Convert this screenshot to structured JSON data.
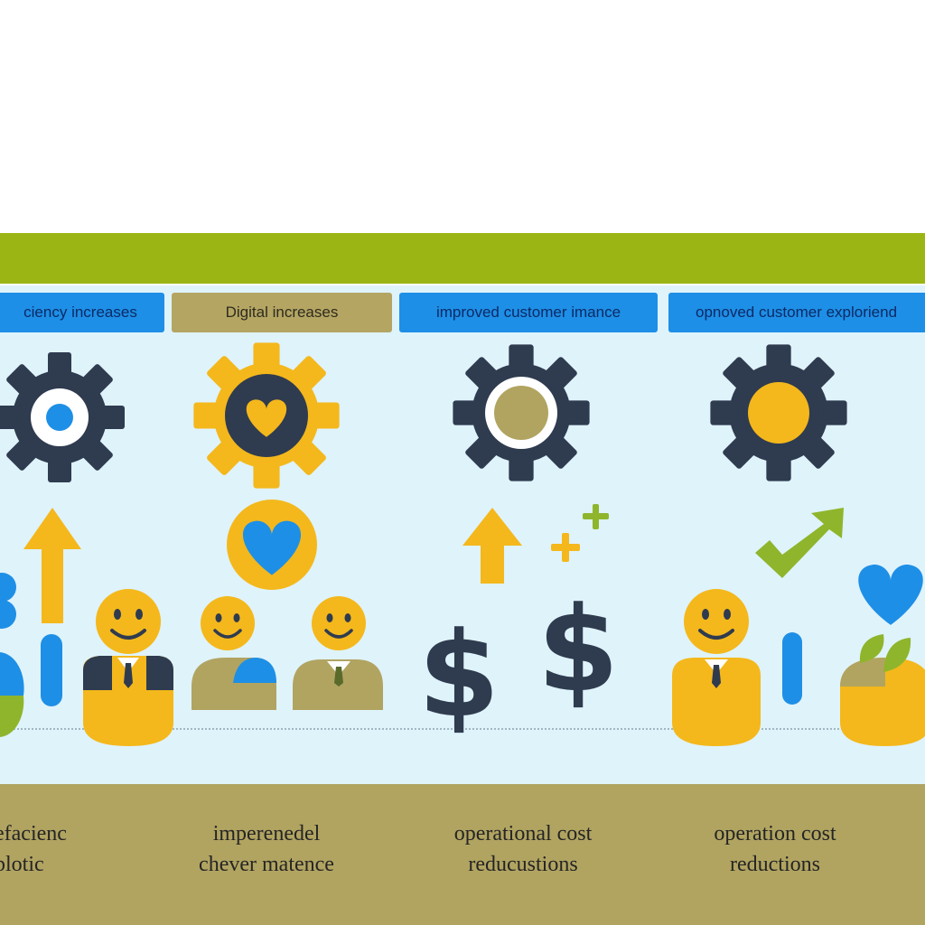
{
  "header_labels": [
    {
      "text": "ciency increases",
      "style": "blue"
    },
    {
      "text": "Digital increases",
      "style": "olive"
    },
    {
      "text": "improved customer imance",
      "style": "blue"
    },
    {
      "text": "opnoved customer exploriend",
      "style": "blue"
    }
  ],
  "footer_labels": [
    {
      "line1": "efacienc",
      "line2": "plotic"
    },
    {
      "line1": "imperenedel",
      "line2": "chever matence"
    },
    {
      "line1": "operational cost",
      "line2": "reducustions"
    },
    {
      "line1": "operation cost",
      "line2": "reductions"
    }
  ],
  "icons": [
    "gear-icon",
    "heart-icon",
    "arrow-up-icon",
    "smiley-person-icon",
    "dollar-icon",
    "plus-icon",
    "check-arrow-icon",
    "plant-icon"
  ],
  "colors": {
    "olive_band": "#9bb514",
    "panel_bg": "#dff3fb",
    "footer_bg": "#b1a461",
    "navy": "#2f3b4f",
    "yellow": "#f4b81c",
    "blue": "#1e8fe6",
    "green": "#8fb52c"
  }
}
